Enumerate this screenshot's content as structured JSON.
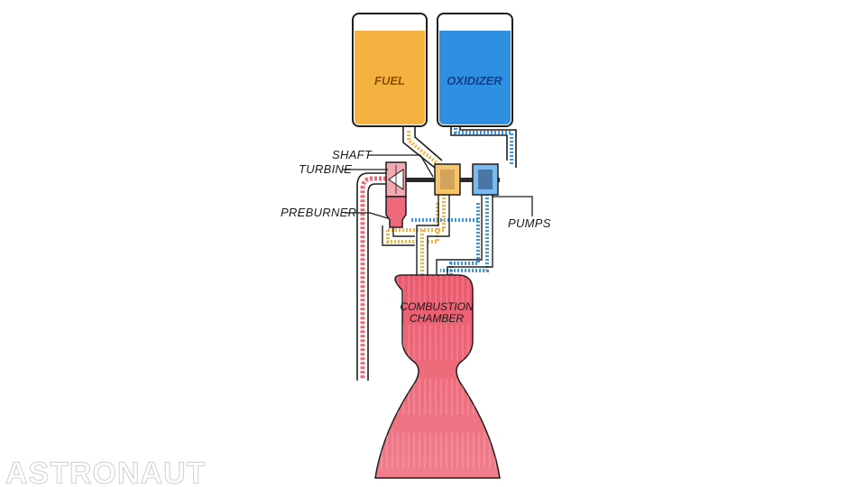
{
  "tanks": {
    "fuel": {
      "label": "FUEL",
      "color": "#f4b240",
      "text_color": "#8a4e00"
    },
    "oxidizer": {
      "label": "OXIDIZER",
      "color": "#2f8fe0",
      "text_color": "#0f3f8a"
    }
  },
  "labels": {
    "shaft": "SHAFT",
    "turbine": "TURBINE",
    "preburner": "PREBURNER",
    "pumps": "PUMPS",
    "chamber_line1": "COMBUSTION",
    "chamber_line2": "CHAMBER"
  },
  "colors": {
    "hot_gas": "#ee6a7a",
    "fuel_flow": "#f4b240",
    "oxidizer_flow": "#3a97e6",
    "outline": "#1e1e1e"
  },
  "watermark": "ASTRONAUT"
}
